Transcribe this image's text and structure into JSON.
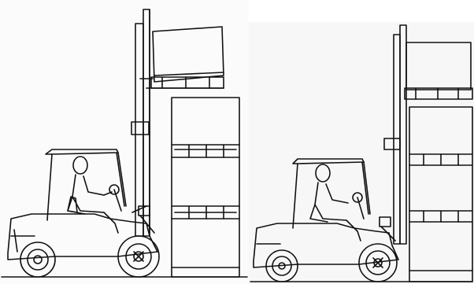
{
  "figure": {
    "panels": [
      {
        "id": "left",
        "subject": "forklift-raising-pallet"
      },
      {
        "id": "right",
        "subject": "forklift-lowering-pallet"
      }
    ],
    "colors": {
      "line": "#111111",
      "paper": "#ffffff",
      "shade": "#f4f4f4"
    }
  }
}
